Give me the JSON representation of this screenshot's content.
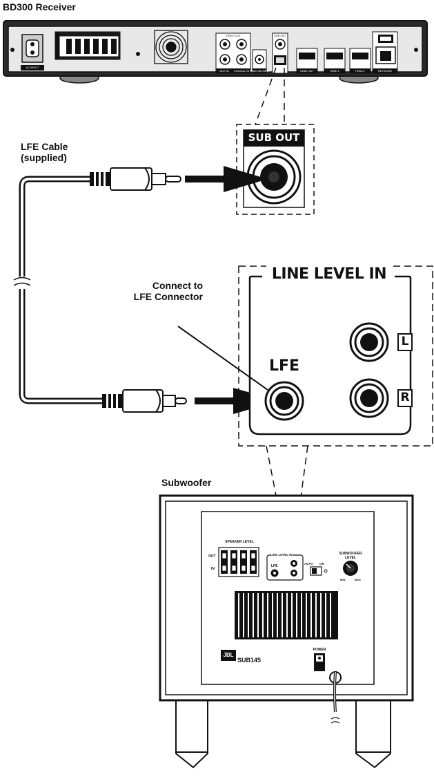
{
  "receiver": {
    "title": "BD300 Receiver",
    "panel_labels": {
      "ac_input": "AC INPUT",
      "video_out": "VIDEO OUT",
      "aux_in": "AUX IN",
      "coaxial_in": "COAXIAL IN",
      "radio_antenna": "RADIO ANTENNA",
      "sub_out": "SUB OUT",
      "hdmi_out": "HDMI OUT",
      "hdmi_in_1": "HDMI 1",
      "hdmi_in_2": "HDMI 2",
      "network": "NETWORK"
    }
  },
  "cable": {
    "label_line1": "LFE Cable",
    "label_line2": "(supplied)"
  },
  "sub_out_callout": {
    "label": "SUB OUT"
  },
  "line_level_callout": {
    "title": "LINE LEVEL IN",
    "lfe_label": "LFE",
    "left_label": "L",
    "right_label": "R",
    "note_line1": "Connect to",
    "note_line2": "LFE Connector"
  },
  "subwoofer": {
    "title": "Subwoofer",
    "panel": {
      "speaker_level": "SPEAKER LEVEL",
      "out": "OUT",
      "in": "IN",
      "line_level_in": "LINE LEVEL IN",
      "lfe": "LFE",
      "auto": "AUTO",
      "on": "ON",
      "subwoofer_level_line1": "SUBWOOFER",
      "subwoofer_level_line2": "LEVEL",
      "min": "MIN",
      "max": "MAX",
      "brand": "JBL",
      "model": "SUB145",
      "power": "POWER"
    }
  }
}
